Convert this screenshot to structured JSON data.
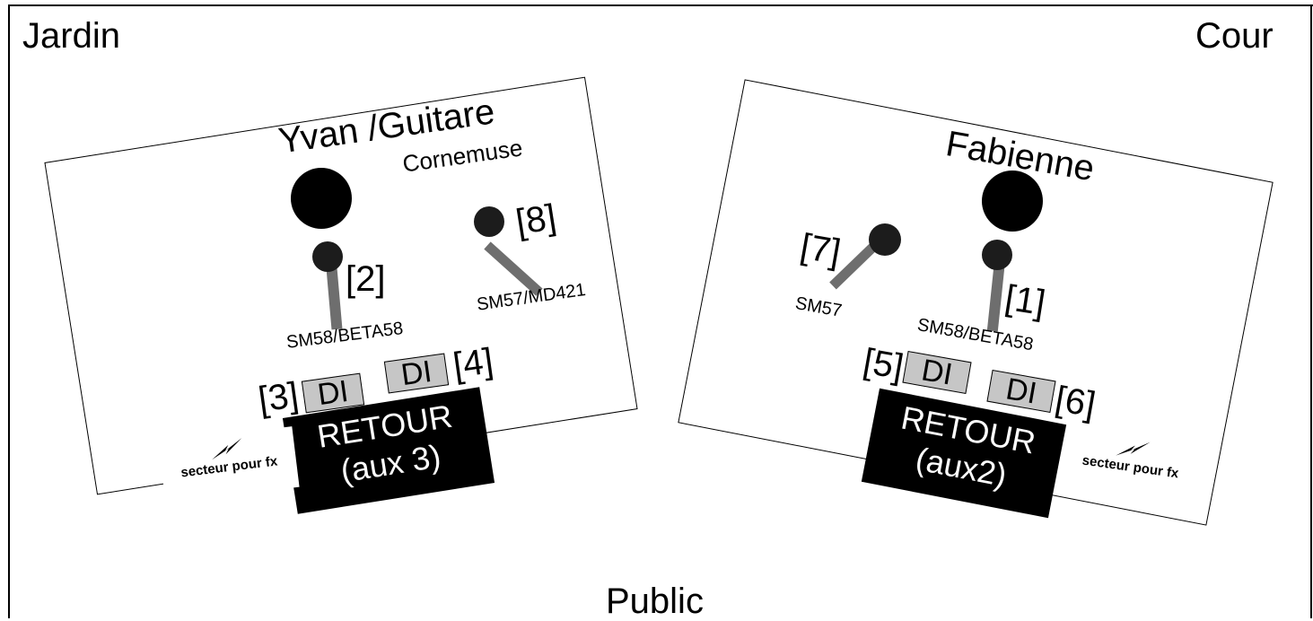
{
  "corners": {
    "left": "Jardin",
    "right": "Cour",
    "bottom": "Public"
  },
  "left_stage": {
    "musician": "Yvan /Guitare",
    "instrument": "Cornemuse",
    "vocal_mic": {
      "channel": "[2]",
      "model": "SM58/BETA58"
    },
    "inst_mic": {
      "channel": "[8]",
      "model": "SM57/MD421"
    },
    "di_a": {
      "channel": "[3]",
      "label": "DI"
    },
    "di_b": {
      "channel": "[4]",
      "label": "DI"
    },
    "monitor": {
      "line1": "RETOUR",
      "line2": "(aux 3)"
    },
    "power": {
      "label": "secteur pour fx"
    }
  },
  "right_stage": {
    "musician": "Fabienne",
    "vocal_mic": {
      "channel": "[1]",
      "model": "SM58/BETA58"
    },
    "inst_mic": {
      "channel": "[7]",
      "model": "SM57"
    },
    "di_a": {
      "channel": "[5]",
      "label": "DI"
    },
    "di_b": {
      "channel": "[6]",
      "label": "DI"
    },
    "monitor": {
      "line1": "RETOUR",
      "line2": "(aux2)"
    },
    "power": {
      "label": "secteur pour fx"
    }
  },
  "colors": {
    "background": "#ffffff",
    "ink": "#000000",
    "di_fill": "#c6c6c6",
    "mic_shaft": "#6e6e6e"
  }
}
